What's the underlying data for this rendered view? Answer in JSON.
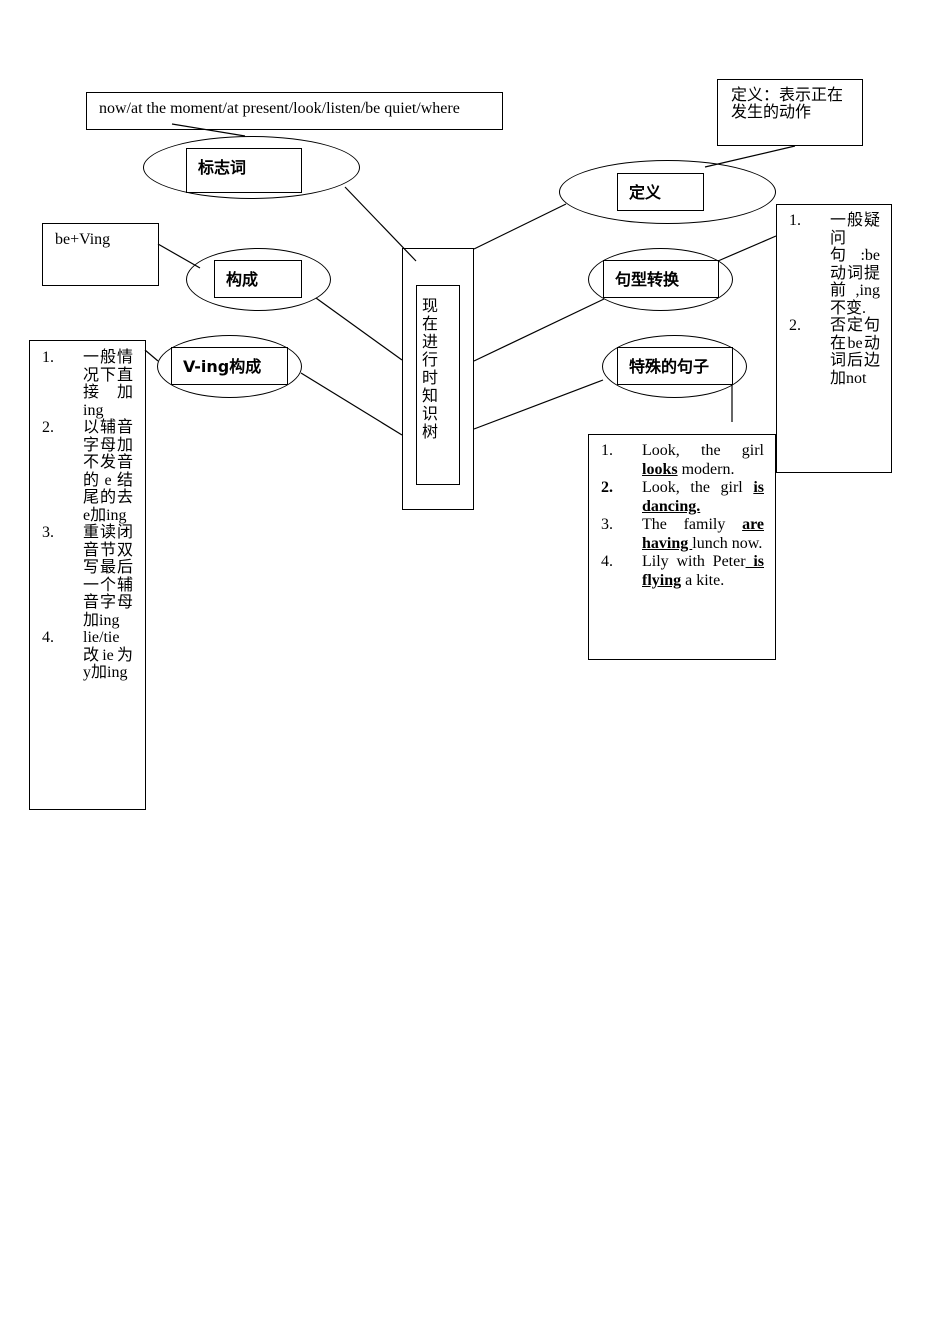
{
  "title": "现在进行时知识树",
  "nodes": {
    "markers": {
      "label": "标志词",
      "detail": "now/at the moment/at present/look/listen/be quiet/where"
    },
    "definition": {
      "label": "定义",
      "detail": "定义：表示正在发生的动作"
    },
    "structure": {
      "label": "构成",
      "detail": "be+Ving"
    },
    "pattern": {
      "label": "句型转换",
      "items": [
        {
          "num": "1.",
          "text": "一般疑问句:be动词提前 ,ing不变."
        },
        {
          "num": "2.",
          "text": "否定句在be动词后边加not"
        }
      ]
    },
    "ving": {
      "label": "V-ing构成",
      "items": [
        {
          "num": "1.",
          "text": "一般情况下直接加ing"
        },
        {
          "num": "2.",
          "text": "以辅音字母加不发音的e结尾的去e加ing"
        },
        {
          "num": "3.",
          "text": "重读闭音节双写最后一个辅音字母加ing"
        },
        {
          "num": "4.",
          "text": "lie/tie改ie为y加ing"
        }
      ]
    },
    "special": {
      "label": "特殊的句子",
      "sentences": [
        {
          "num": "1.",
          "pre": "Look, the girl",
          "verb": " looks",
          "post": " modern."
        },
        {
          "num": "2.",
          "pre": "Look, the girl ",
          "verb": "is dancing.",
          "post": ""
        },
        {
          "num": "3.",
          "pre": "The family ",
          "verb": "are having ",
          "post": "lunch now."
        },
        {
          "num": "4.",
          "pre": "Lily with Peter",
          "verb": " is flying",
          "post": " a kite."
        }
      ]
    }
  }
}
